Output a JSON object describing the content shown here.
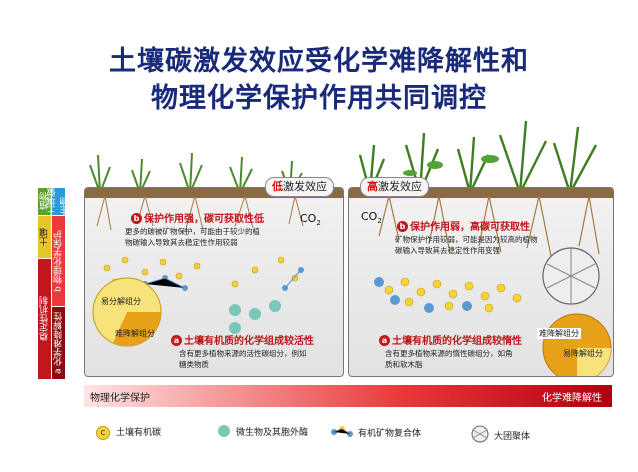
{
  "title": {
    "line1": "土壤碳激发效应受化学难降解性和",
    "line2": "物理化学保护作用共同调控"
  },
  "left_panel": {
    "effect_prefix": "低",
    "effect_suffix": "激发效应",
    "co2": "CO",
    "co2_sub": "2",
    "heading_b_num": "b",
    "heading_b": "保护作用强，碳可获取性低",
    "desc_b": [
      "更多的碳被矿物保护，可能由于较少的植",
      "物碳输入导致其去稳定性作用较弱"
    ],
    "heading_a_num": "a",
    "heading_a": "土壤有机质的化学组成较活性",
    "desc_a": [
      "含有更多植物来源的活性碳组分，例如",
      "糖类物质"
    ],
    "pie_label_easy": "易分解组分",
    "pie_label_hard": "难降解组分"
  },
  "right_panel": {
    "effect_prefix": "高",
    "effect_suffix": "激发效应",
    "co2": "CO",
    "co2_sub": "2",
    "heading_b_num": "b",
    "heading_b": "保护作用弱，高碳可获取性",
    "desc_b": [
      "矿物保护作用较弱，可能是因为较高的植物",
      "碳输入导致其去稳定性作用变强"
    ],
    "heading_a_num": "a",
    "heading_a": "土壤有机质的化学组成较惰性",
    "desc_a": [
      "含有更多植物来源的惰性碳组分，如角",
      "质和软木脂"
    ],
    "pie_label_hard": "难降解组分",
    "pie_label_easy": "易降解组分"
  },
  "side_labels": {
    "biological": "植物",
    "soil_micro": "土壤微生物",
    "soil": "土壤",
    "physical": "物理化学保护",
    "stability": "稳定性机制",
    "chem_resist": "化学难降解性",
    "num_a": "a",
    "num_b": "b"
  },
  "bottom_bar": {
    "left": "物理化学保护",
    "right": "化学难降解性"
  },
  "legend": {
    "soc": "土壤有机碳",
    "microbe": "微生物及其胞外酶",
    "complex": "有机矿物复合体",
    "aggregate": "大团聚体",
    "soc_glyph": "C"
  },
  "colors": {
    "title": "#1a2a7a",
    "accent_red": "#c0161c",
    "pie_easy": "#f7e37a",
    "pie_hard": "#e8a21a",
    "mineral_blue": "#5a9ad0",
    "soc_yellow": "#f5d33a",
    "microbe_teal": "#79c7b9"
  }
}
